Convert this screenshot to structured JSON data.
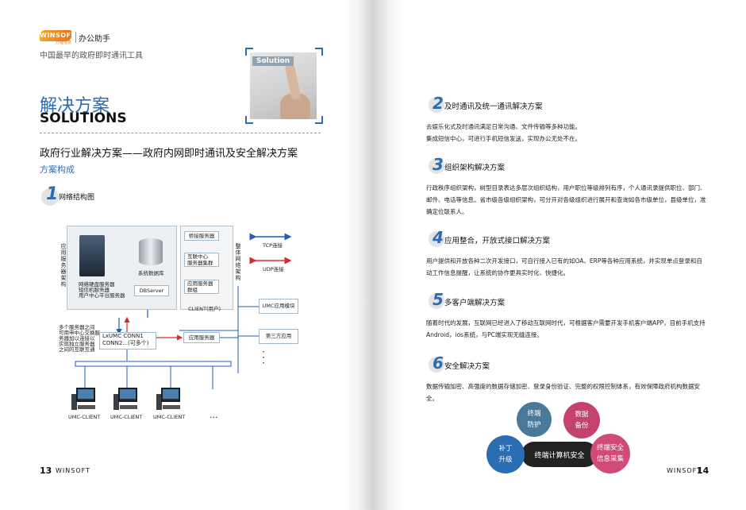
{
  "left": {
    "logo_text": "WINSOFT",
    "logo_sub": "万隆信息",
    "brand_name": "办公助手",
    "brand_tagline": "中国最早的政府即时通讯工具",
    "photo_label": "Solution",
    "title_cn": "解决方案",
    "title_en": "SOLUTIONS",
    "heading": "政府行业解决方案——政府内网即时通讯及安全解决方案",
    "subheading": "方案构成",
    "section1_num": "1",
    "section1_title": "网络结构图",
    "diagram": {
      "app_service_arch": "应用服务器架构",
      "server_lines": [
        "网络硬盘服务器",
        "短信机服务器",
        "用户中心平台服务器"
      ],
      "db_label": "系统数据库",
      "dbserver": "DBServer",
      "bridge_server": "桥接服务器",
      "interconnect_line1": "互联中心",
      "interconnect_line2": "服务器集群",
      "app_cluster_line1": "应用服务器",
      "app_cluster_line2": "群组",
      "client_user": "CLIENT(用户)",
      "overall_arch": "整体网络架构",
      "tcp": "TCP连接",
      "udp": "UDP连接",
      "umc_app": "UMC应用模块",
      "third_party": "第三方应用",
      "multi_server_note": [
        "多个服务器之间",
        "可用申中心交换服",
        "务器加以连接以",
        "实现独立服务器",
        "之间的互联互通"
      ],
      "lxumc_line1": "LxUMC CONN1",
      "lxumc_line2": "CONN2...(可多个)",
      "app_server": "应用服务器",
      "clients": [
        "UMC-CLIENT",
        "UMC-CLIENT",
        "UMC-CLIENT"
      ],
      "ellipsis": "..."
    },
    "page_number": "13",
    "page_brand": "WINSOFT"
  },
  "right": {
    "sections": [
      {
        "num": "2",
        "title": "及时通讯及统一通讯解决方案",
        "body": "去娱乐化式及时通讯满足日常沟通、文件传输等多种功能。\n集成短信中心，可进行手机短信发送，实现办公无处不在。"
      },
      {
        "num": "3",
        "title": "组织架构解决方案",
        "body": "行政秩序组织架构，树型目录表达多层次组织结构，用户职位等级排列有序，个人通讯录提供职位、部门、邮件、电话等信息。省市级各级组织架构，可分开对各级组织进行展开和查询如各市级单位，县级单位，准确定位联系人。"
      },
      {
        "num": "4",
        "title": "应用整合，开放式接口解决方案",
        "body": "用户提供和开放各种二次开发接口，可自行接入已有的如OA、ERP等各种应用系统，并实现单点登录和自动工作信息提醒，让系统的协作更具实时化、快捷化。"
      },
      {
        "num": "5",
        "title": "多客户端解决方案",
        "body": "随着时代的发展，互联网已经进入了移动互联网时代，可根据客户需要开发手机客户端APP，目前手机支持Android，ios系统，与PC端实现无缝连接。"
      },
      {
        "num": "6",
        "title": "安全解决方案",
        "body": "数据传输加密、高强度的数据存储加密、登录身份验证、完整的权限控制体系，有效保障政府机构数据安全。"
      }
    ],
    "security": {
      "center": "终端计算机安全",
      "bubbles": [
        {
          "line1": "终端",
          "line2": "防护",
          "color": "#4a7a9a"
        },
        {
          "line1": "数据",
          "line2": "备份",
          "color": "#c4426b"
        },
        {
          "line1": "补丁",
          "line2": "升级",
          "color": "#2b6db3"
        },
        {
          "line1": "终端安全",
          "line2": "信息采集",
          "color": "#d14a78"
        }
      ]
    },
    "page_number": "14",
    "page_brand": "WINSOFT"
  },
  "colors": {
    "accent": "#2b6db3",
    "arrow_blue": "#1f5fb6",
    "arrow_red": "#d62b2b"
  }
}
